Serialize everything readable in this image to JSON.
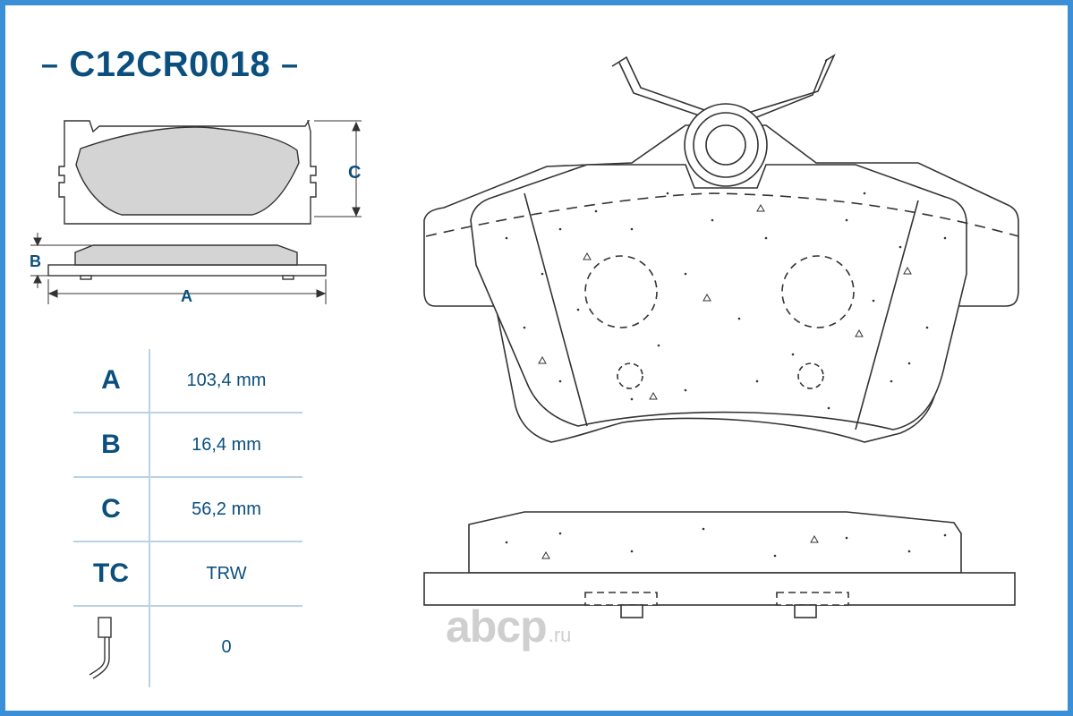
{
  "part_number": "C12CR0018",
  "dimension_labels": {
    "a": "A",
    "b": "B",
    "c": "C"
  },
  "specs": [
    {
      "key": "A",
      "value": "103,4 mm"
    },
    {
      "key": "B",
      "value": "16,4 mm"
    },
    {
      "key": "C",
      "value": "56,2 mm"
    },
    {
      "key": "TC",
      "value": "TRW"
    }
  ],
  "wear_sensor": {
    "icon": "wear-sensor-icon",
    "value": "0"
  },
  "brand": {
    "name": "abcp",
    "suffix": ".ru"
  },
  "colors": {
    "accent": "#0a4f7d",
    "border": "#3a8fd6",
    "pad_fill": "#d4d4d4",
    "divider": "#b9d2e6"
  }
}
